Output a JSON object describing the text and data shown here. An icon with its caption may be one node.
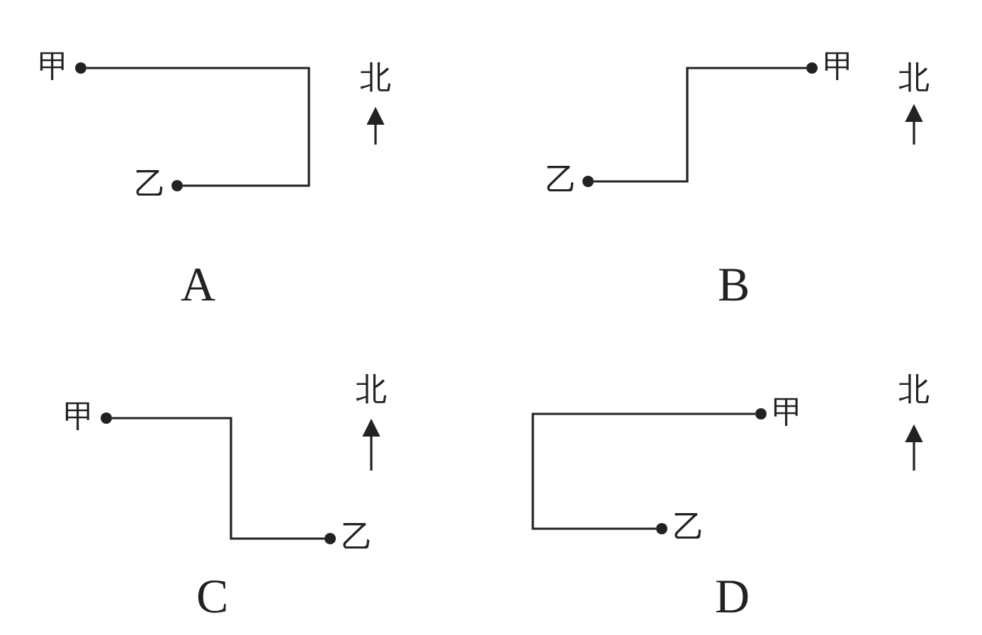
{
  "diagram": {
    "nodes": [
      {
        "text": [
          "甲"
        ]
      },
      {
        "text": [
          "乙"
        ]
      },
      {
        "text": [
          "甲"
        ]
      },
      {
        "text": [
          "乙"
        ]
      },
      {
        "text": [
          "甲"
        ]
      },
      {
        "text": [
          "乙"
        ]
      },
      {
        "text": [
          "甲"
        ]
      },
      {
        "text": [
          "乙"
        ]
      }
    ],
    "edges": [
      {
        "from": 0,
        "to": 1,
        "arrow": "none"
      },
      {
        "from": 3,
        "to": 2,
        "arrow": "none"
      },
      {
        "from": 4,
        "to": 5,
        "arrow": "none"
      },
      {
        "from": 6,
        "to": 7,
        "arrow": "none"
      }
    ],
    "labels": [
      "北",
      "北",
      "A",
      "B",
      "北",
      "北",
      "C",
      "D"
    ]
  }
}
